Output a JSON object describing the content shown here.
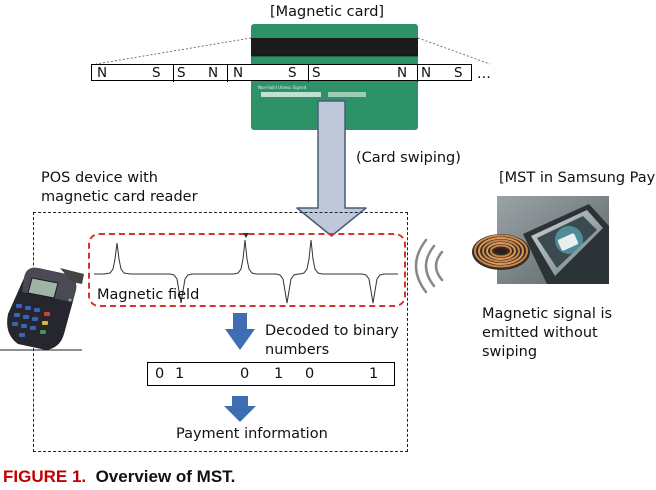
{
  "labels": {
    "magnetic_card": "[Magnetic card]",
    "card_swiping": "(Card swiping)",
    "pos_device": "POS device with\nmagnetic card reader",
    "mst_samsung": "[MST in Samsung Pay]",
    "magnetic_field": "Magnetic field",
    "decoded": "Decoded to binary\nnumbers",
    "signal_emitted": "Magnetic signal is\nemitted without\nswiping",
    "payment_info": "Payment information",
    "ellipsis": "..."
  },
  "stripe": [
    {
      "left": "N",
      "right": "S"
    },
    {
      "left": "S",
      "right": "N"
    },
    {
      "left": "N",
      "right": "S"
    },
    {
      "left": "S",
      "right": "N"
    },
    {
      "left": "N",
      "right": "S"
    }
  ],
  "binary": [
    "0",
    "1",
    "0",
    "1",
    "0",
    "1"
  ],
  "card": {
    "fine_print": "Non-Valid Unless Signed"
  },
  "caption": {
    "label": "FIGURE 1.",
    "text": "Overview of MST."
  },
  "colors": {
    "card_green": "#2e9268",
    "stripe_black": "#1b1b1b",
    "arrow_fill": "#bfc8d8",
    "arrow_stroke": "#4a5a7a",
    "blue_arrow": "#3e6db3",
    "field_dash": "#d9342b",
    "caption_label": "#c00000",
    "caption_text": "#111111"
  },
  "icons": {
    "pos_terminal": "pos-terminal-icon",
    "phone": "smartphone-icon",
    "coil": "mst-coil-icon",
    "waves": "signal-waves-icon"
  }
}
